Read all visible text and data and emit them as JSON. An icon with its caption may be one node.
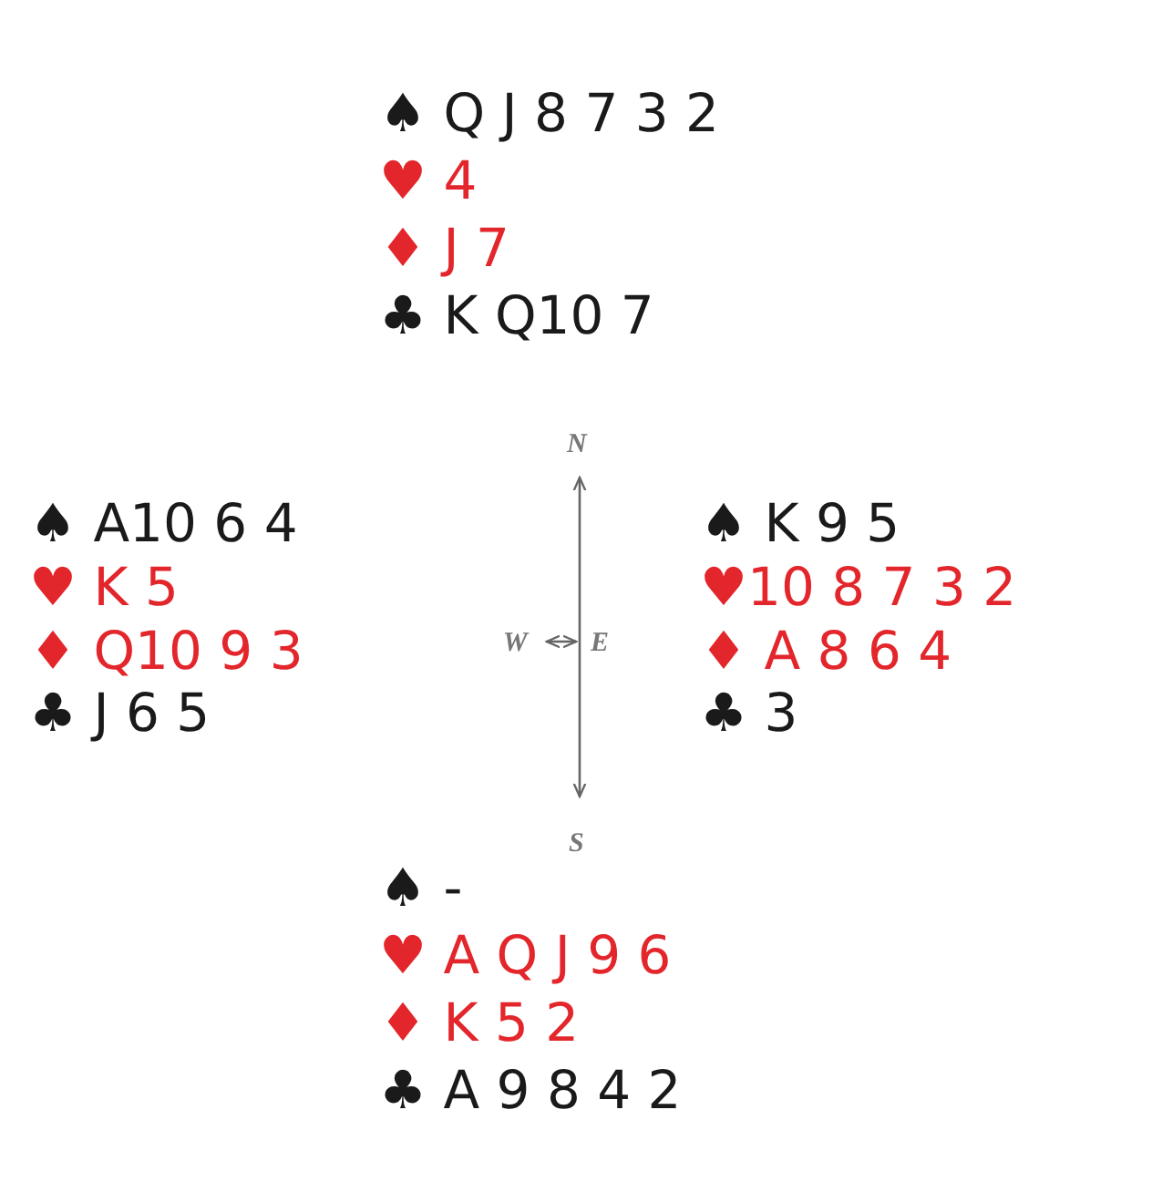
{
  "diagram": {
    "labels": [
      "♠ Q J 8 7 3 2",
      "♥ 4",
      "♦ J 7",
      "♣ K Q10 7",
      "N",
      "♠ A10 6 4",
      "♥ K 5",
      "♦ Q10 9 3",
      "♣ J 6 5",
      "W",
      "E",
      "♠ K 9 5",
      "♥10 8 7 3 2",
      "♦ A 8 6 4",
      "♣ 3",
      "S",
      "♠ -",
      "♥ A Q J 9 6",
      "♦ K 5 2",
      "♣ A 9 8 4 2"
    ]
  }
}
